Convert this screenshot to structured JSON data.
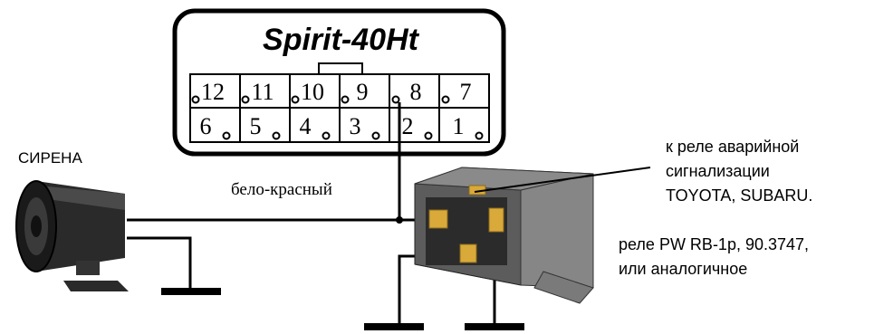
{
  "connector": {
    "title": "Spirit-40Ht",
    "top_pins": [
      "12",
      "11",
      "10",
      "9",
      "8",
      "7"
    ],
    "bottom_pins": [
      "6",
      "5",
      "4",
      "3",
      "2",
      "1"
    ]
  },
  "siren": {
    "label": "СИРЕНА"
  },
  "wire": {
    "label": "бело-красный"
  },
  "notes": {
    "relay_target_1": "к реле аварийной",
    "relay_target_2": "сигнализации",
    "relay_target_3": "TOYOTA,  SUBARU.",
    "relay_type_1": "реле PW RB-1p, 90.3747,",
    "relay_type_2": "или аналогичное"
  },
  "colors": {
    "line": "#000000",
    "relay_body": "#6f6f6f",
    "terminal": "#d9a93a"
  }
}
